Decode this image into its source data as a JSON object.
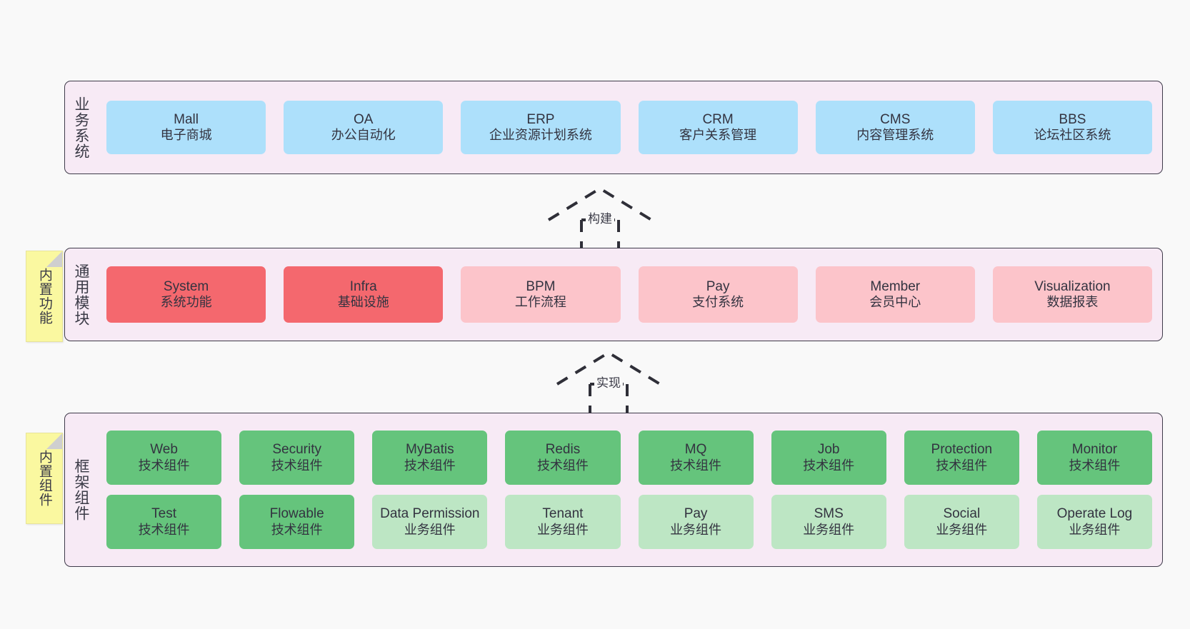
{
  "diagram": {
    "background_color": "#f9f9f9",
    "layer_background": "#f7eaf5",
    "layer_border": "#3f3b4a"
  },
  "notes": [
    {
      "name": "builtin-features-note",
      "text": "内置功能",
      "color": "#faf8a0"
    },
    {
      "name": "builtin-components-note",
      "text": "内置组件",
      "color": "#faf8a0"
    }
  ],
  "arrows": [
    {
      "name": "build-arrow",
      "label": "构建",
      "style": "dashed-hollow-triangle"
    },
    {
      "name": "realize-arrow",
      "label": "实现",
      "style": "dashed-hollow-triangle"
    }
  ],
  "layers": [
    {
      "id": "business",
      "title": "业务系统",
      "rows": [
        [
          {
            "en": "Mall",
            "cn": "电子商城",
            "color": "#ade0fb"
          },
          {
            "en": "OA",
            "cn": "办公自动化",
            "color": "#ade0fb"
          },
          {
            "en": "ERP",
            "cn": "企业资源计划系统",
            "color": "#ade0fb"
          },
          {
            "en": "CRM",
            "cn": "客户关系管理",
            "color": "#ade0fb"
          },
          {
            "en": "CMS",
            "cn": "内容管理系统",
            "color": "#ade0fb"
          },
          {
            "en": "BBS",
            "cn": "论坛社区系统",
            "color": "#ade0fb"
          }
        ]
      ]
    },
    {
      "id": "common",
      "title": "通用模块",
      "rows": [
        [
          {
            "en": "System",
            "cn": "系统功能",
            "color": "#f4686e"
          },
          {
            "en": "Infra",
            "cn": "基础设施",
            "color": "#f4686e"
          },
          {
            "en": "BPM",
            "cn": "工作流程",
            "color": "#fcc4ca"
          },
          {
            "en": "Pay",
            "cn": "支付系统",
            "color": "#fcc4ca"
          },
          {
            "en": "Member",
            "cn": "会员中心",
            "color": "#fcc4ca"
          },
          {
            "en": "Visualization",
            "cn": "数据报表",
            "color": "#fcc4ca"
          }
        ]
      ]
    },
    {
      "id": "framework",
      "title": "框架组件",
      "rows": [
        [
          {
            "en": "Web",
            "cn": "技术组件",
            "color": "#65c47c"
          },
          {
            "en": "Security",
            "cn": "技术组件",
            "color": "#65c47c"
          },
          {
            "en": "MyBatis",
            "cn": "技术组件",
            "color": "#65c47c"
          },
          {
            "en": "Redis",
            "cn": "技术组件",
            "color": "#65c47c"
          },
          {
            "en": "MQ",
            "cn": "技术组件",
            "color": "#65c47c"
          },
          {
            "en": "Job",
            "cn": "技术组件",
            "color": "#65c47c"
          },
          {
            "en": "Protection",
            "cn": "技术组件",
            "color": "#65c47c"
          },
          {
            "en": "Monitor",
            "cn": "技术组件",
            "color": "#65c47c"
          }
        ],
        [
          {
            "en": "Test",
            "cn": "技术组件",
            "color": "#65c47c"
          },
          {
            "en": "Flowable",
            "cn": "技术组件",
            "color": "#65c47c"
          },
          {
            "en": "Data Permission",
            "cn": "业务组件",
            "color": "#bde6c4"
          },
          {
            "en": "Tenant",
            "cn": "业务组件",
            "color": "#bde6c4"
          },
          {
            "en": "Pay",
            "cn": "业务组件",
            "color": "#bde6c4"
          },
          {
            "en": "SMS",
            "cn": "业务组件",
            "color": "#bde6c4"
          },
          {
            "en": "Social",
            "cn": "业务组件",
            "color": "#bde6c4"
          },
          {
            "en": "Operate Log",
            "cn": "业务组件",
            "color": "#bde6c4"
          }
        ]
      ]
    }
  ]
}
